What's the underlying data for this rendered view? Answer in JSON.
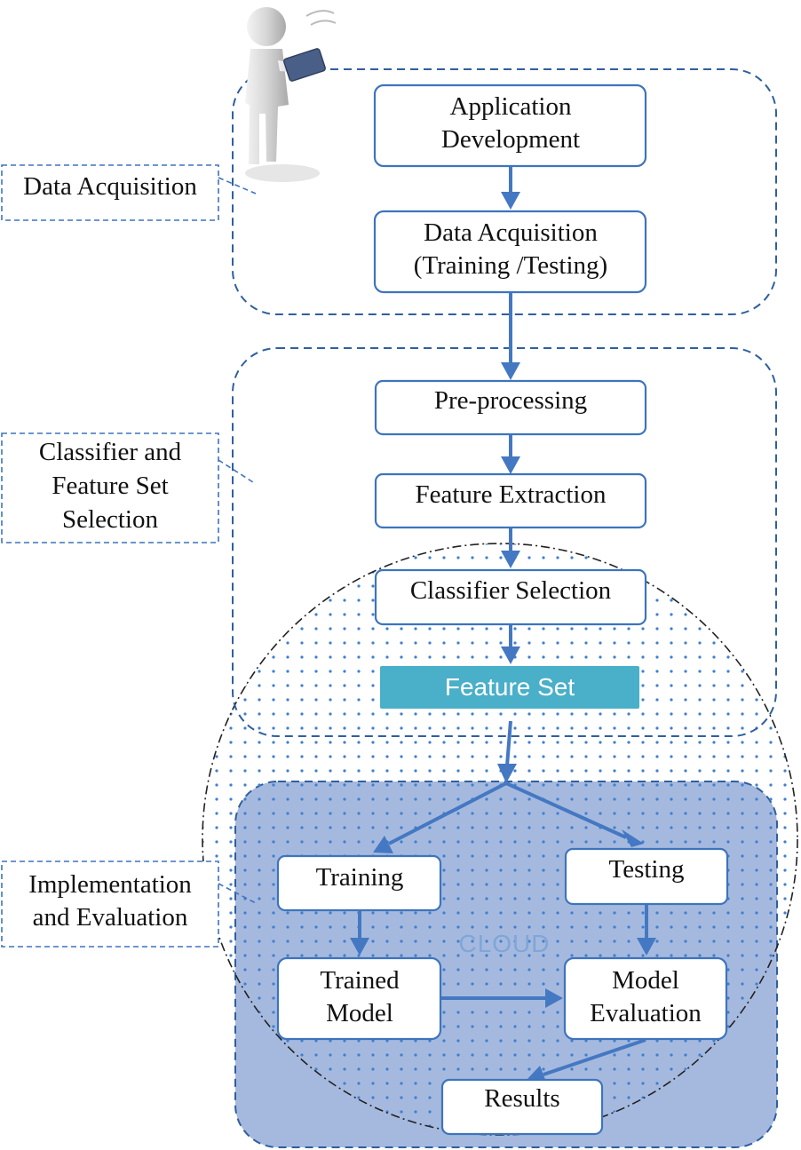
{
  "callouts": {
    "data_acquisition": "Data Acquisition",
    "classifier_feature": [
      "Classifier and",
      "Feature Set",
      "Selection"
    ],
    "implementation": [
      "Implementation",
      "and Evaluation"
    ]
  },
  "nodes": {
    "application_development": [
      "Application",
      "Development"
    ],
    "data_acquisition": [
      "Data Acquisition",
      "(Training /Testing)"
    ],
    "preprocessing": "Pre-processing",
    "feature_extraction": "Feature Extraction",
    "classifier_selection": "Classifier Selection",
    "feature_set": "Feature Set",
    "training": "Training",
    "testing": "Testing",
    "trained_model": [
      "Trained",
      "Model"
    ],
    "model_evaluation": [
      "Model",
      "Evaluation"
    ],
    "results": "Results"
  },
  "cloud_label": "CLOUD",
  "colors": {
    "box_stroke": "#3d74bd",
    "arrow": "#4478c2",
    "feature_set_fill": "#4aafc8",
    "cloud_region_fill": "#a5b9df",
    "dots": "#3f7fcf"
  }
}
